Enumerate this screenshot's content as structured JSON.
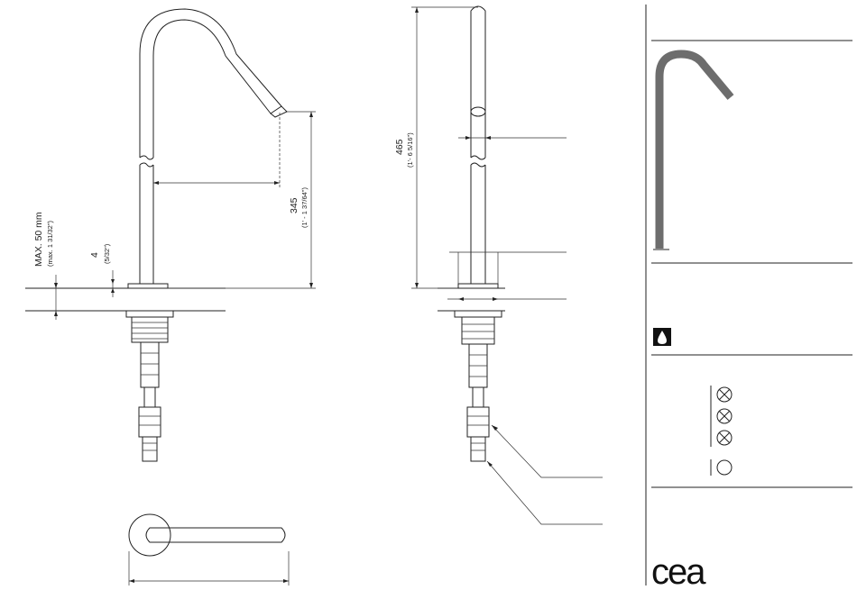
{
  "front_view": {
    "max_mm": "MAX. 50 mm",
    "max_inch": "(max. 1 31/32\")",
    "gap_mm": "4",
    "gap_inch": "(5/32\")",
    "height_mm": "345",
    "height_inch": "(1' - 1 37/64\")"
  },
  "side_view": {
    "height_mm": "465",
    "height_inch": "(1'- 6 5/16\")"
  },
  "panel": {
    "logo_text": "cea",
    "colors": {
      "spout": "#6d6d6d",
      "badge": "#111111"
    }
  }
}
